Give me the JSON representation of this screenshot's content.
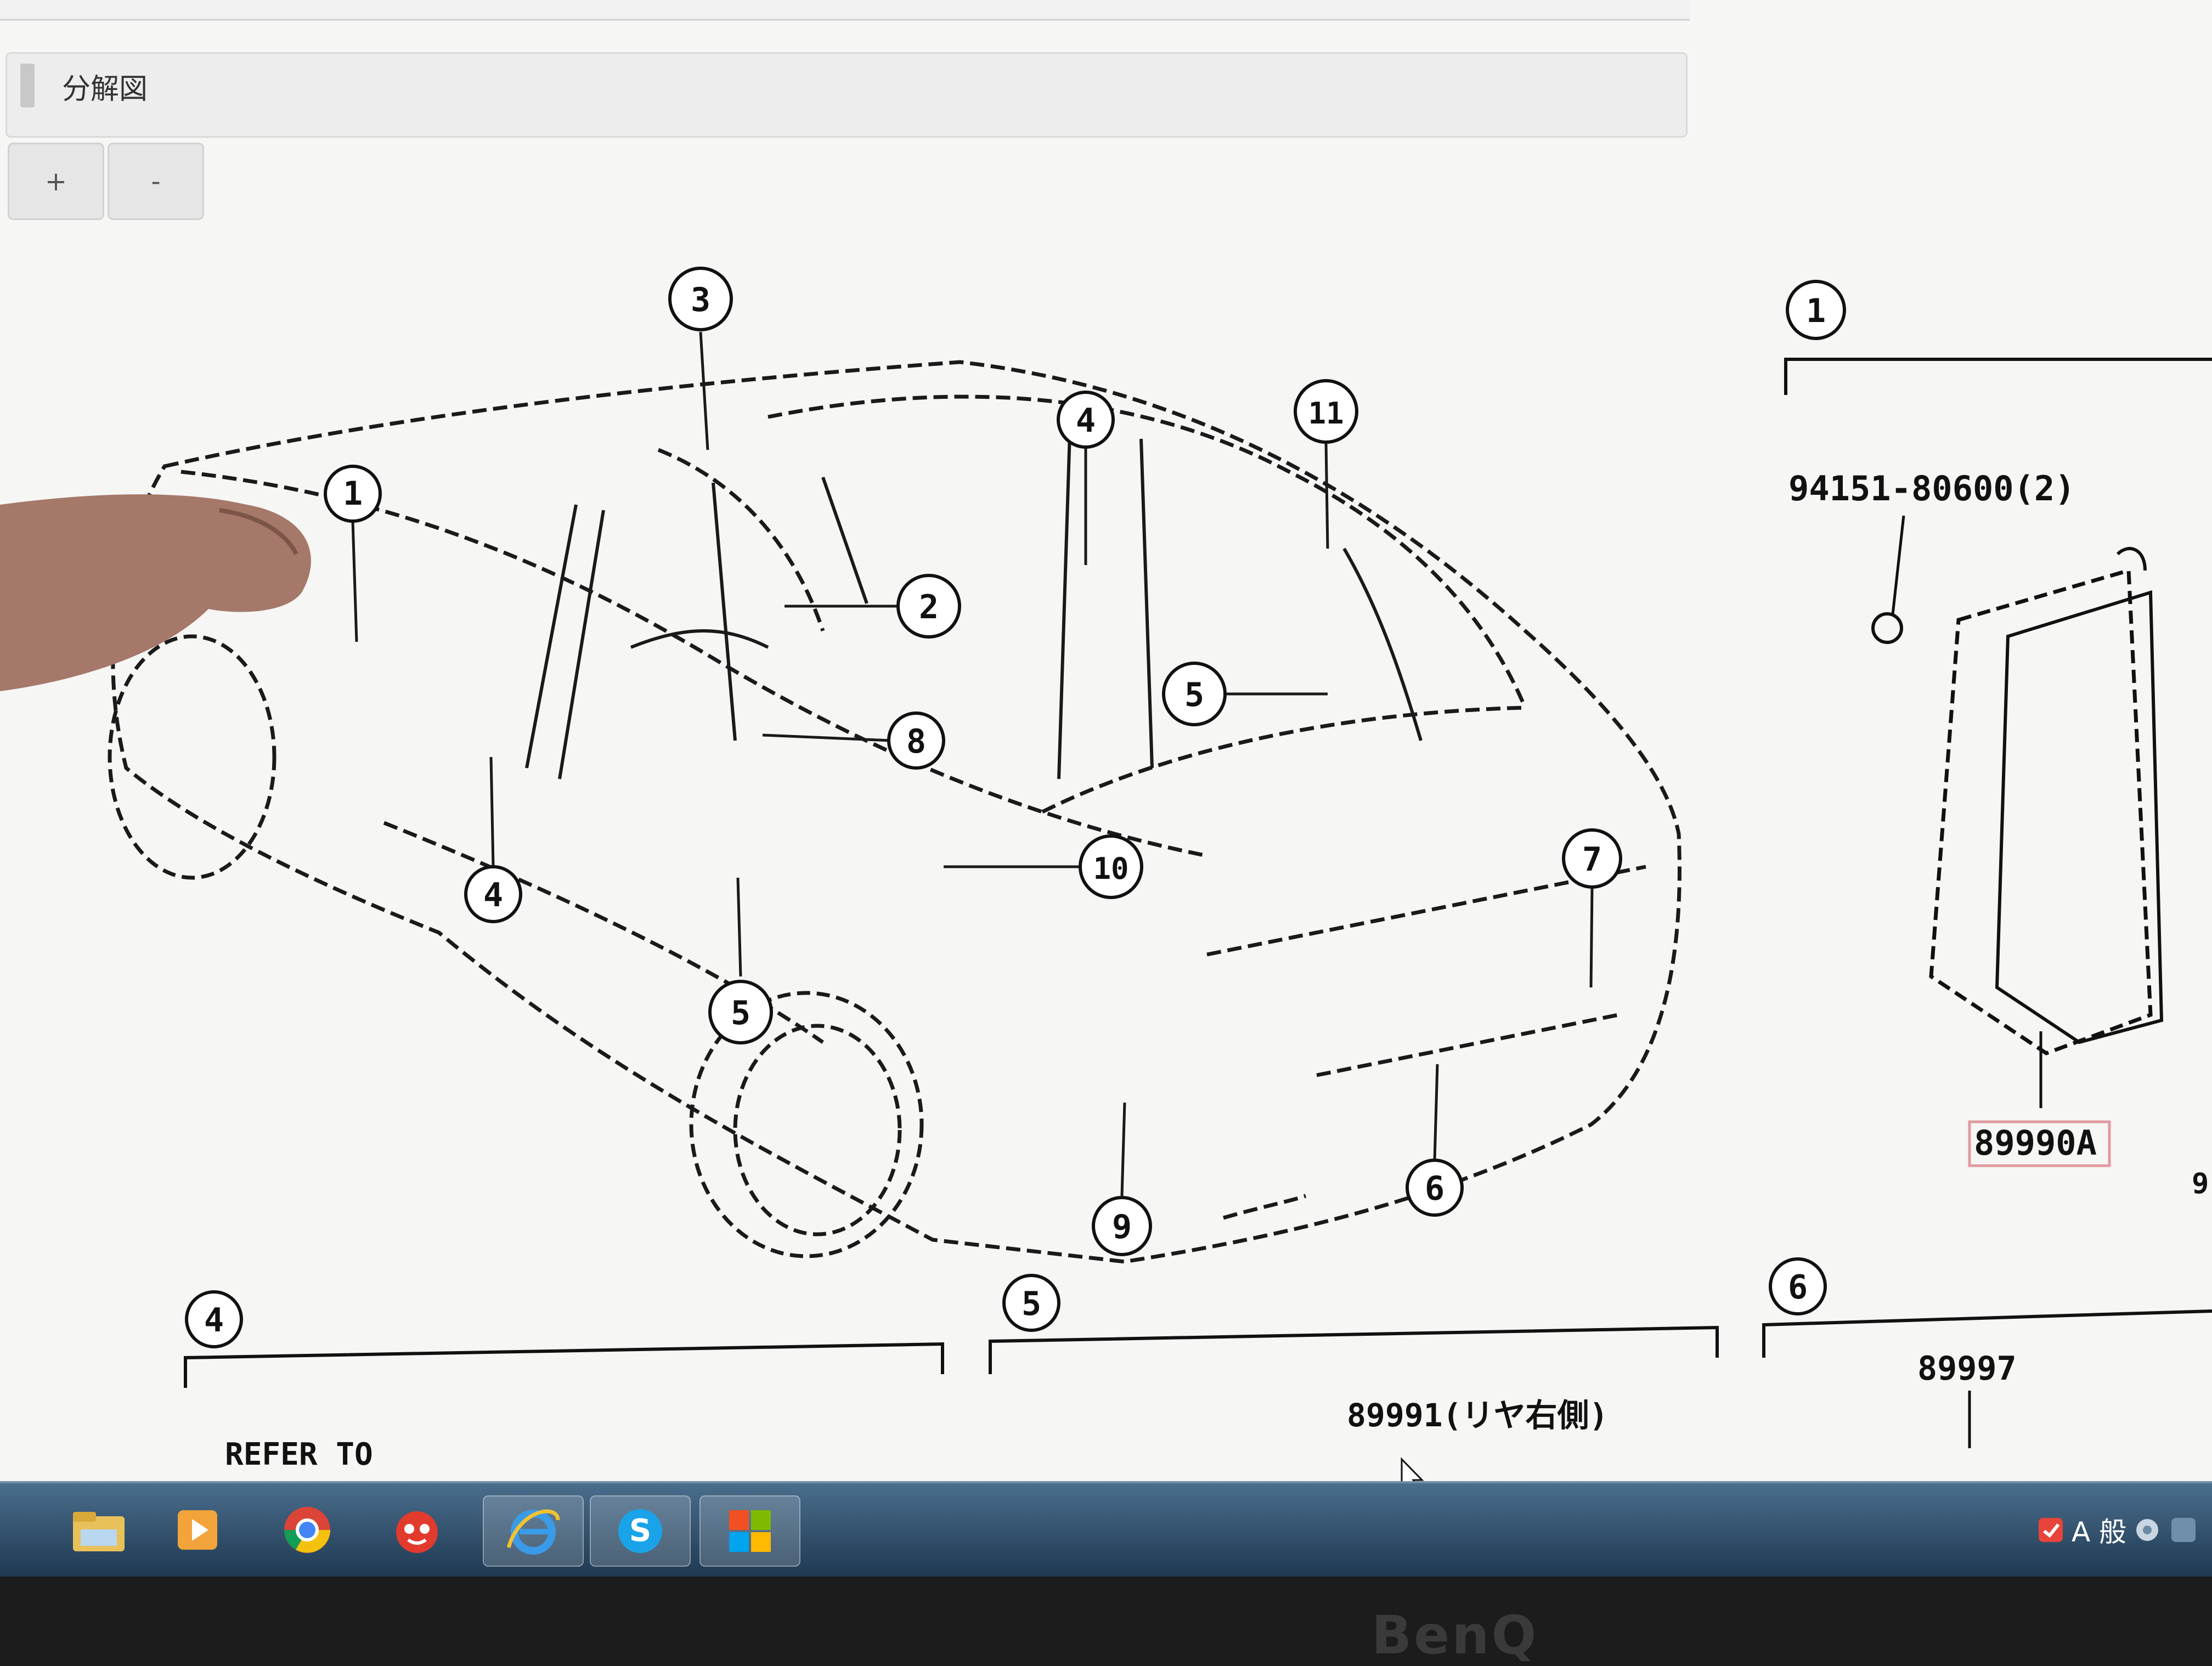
{
  "header": {
    "title": "分解図"
  },
  "zoom": {
    "in_label": "+",
    "out_label": "-"
  },
  "callouts": {
    "c1": "1",
    "c2": "2",
    "c3": "3",
    "c4a": "4",
    "c4b": "4",
    "c5a": "5",
    "c5b": "5",
    "c6": "6",
    "c7": "7",
    "c8": "8",
    "c9": "9",
    "c10": "10",
    "c11": "11"
  },
  "panels": {
    "panel1": {
      "number": "1",
      "part_a": "94151-80600(2)",
      "part_b": "89990A",
      "edge_char": "9"
    },
    "panel4": {
      "number": "4",
      "text": "REFER TO"
    },
    "panel5": {
      "number": "5",
      "text": "89991(リヤ右側)"
    },
    "panel6": {
      "number": "6",
      "text": "89997"
    }
  },
  "tray": {
    "ime_mode": "A 般"
  },
  "bezel": {
    "brand": "BenQ"
  },
  "icons": {
    "taskbar": [
      "file-explorer-icon",
      "media-player-icon",
      "chrome-icon",
      "app-icon",
      "internet-explorer-icon",
      "skype-icon",
      "windows-store-icon"
    ],
    "tray": [
      "tray-flag-icon",
      "ime-icon",
      "tray-settings-icon"
    ]
  }
}
